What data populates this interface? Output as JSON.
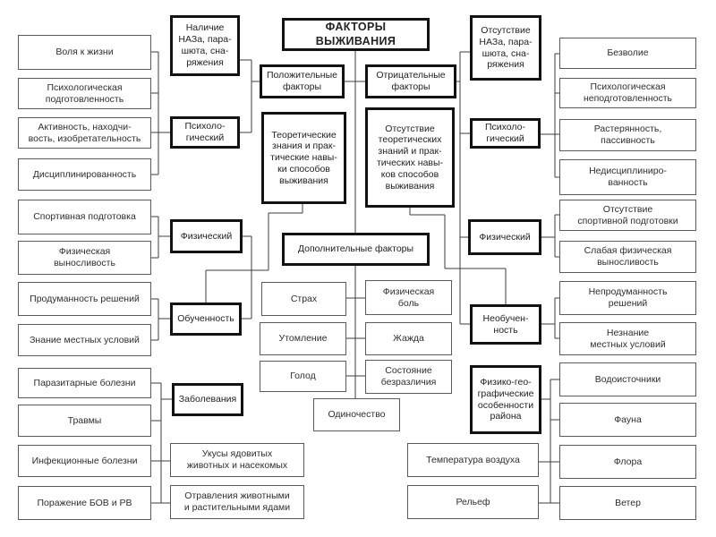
{
  "nodes": {
    "title": "ФАКТОРЫ ВЫЖИВАНИЯ",
    "positive": "Положительные\nфакторы",
    "negative": "Отрицательные\nфакторы",
    "knowledge": "Теоретические\nзнания и прак-\nтические навы-\nки способов\nвыживания",
    "no_knowledge": "Отсутствие\nтеоретических\nзнаний и прак-\nтических навы-\nков способов\nвыживания",
    "additional": "Дополнительные факторы",
    "naz": "Наличие\nНАЗа, пара-\nшюта, сна-\nряжения",
    "psych_left": "Психоло-\nгический",
    "phys_left": "Физический",
    "trained": "Обученность",
    "diseases": "Заболевания",
    "no_naz": "Отсутствие\nНАЗа, пара-\nшюта, сна-\nряжения",
    "psych_right": "Психоло-\nгический",
    "phys_right": "Физический",
    "untrained": "Необучен-\nность",
    "geo": "Физико-гео-\nграфические\nособенности\nрайона",
    "will": "Воля к жизни",
    "psy_prep": "Психологическая\nподготовленность",
    "activity": "Активность, находчи-\nвость, изобретательность",
    "discipline": "Дисциплинированность",
    "sport": "Спортивная подготовка",
    "endurance": "Физическая\nвыносливость",
    "decisions": "Продуманность решений",
    "local": "Знание местных условий",
    "parasitic": "Паразитарные болезни",
    "injuries": "Травмы",
    "infectious": "Инфекционные болезни",
    "bov": "Поражение БОВ и РВ",
    "bites": "Укусы ядовитых\nживотных и насекомых",
    "poisoning": "Отравления животными\nи растительными ядами",
    "fear": "Страх",
    "fatigue": "Утомление",
    "hunger": "Голод",
    "pain": "Физическая\nболь",
    "thirst": "Жажда",
    "apathy": "Состояние\nбезразличия",
    "loneliness": "Одиночество",
    "weak_will": "Безволие",
    "psy_unprep": "Психологическая\nнеподготовленность",
    "confusion": "Растерянность,\nпассивность",
    "indiscipline": "Недисциплиниро-\nванность",
    "no_sport": "Отсутствие\nспортивной подготовки",
    "weak_endurance": "Слабая физическая\nвыносливость",
    "rash_decisions": "Непродуманность\nрешений",
    "no_local": "Незнание\nместных условий",
    "water": "Водоисточники",
    "fauna": "Фауна",
    "flora": "Флора",
    "wind": "Ветер",
    "temperature": "Температура воздуха",
    "relief": "Рельеф"
  }
}
